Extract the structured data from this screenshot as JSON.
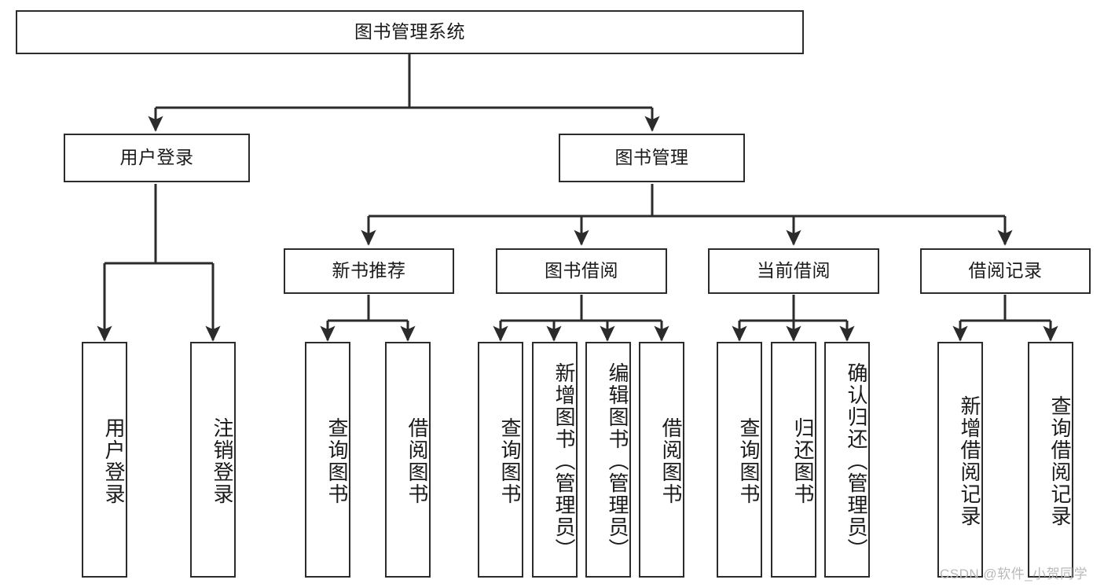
{
  "diagram": {
    "title": "图书管理系统",
    "type": "tree-hierarchy",
    "orientation": "top-down",
    "watermark": "CSDN @软件_小贺同学",
    "style": {
      "box_border_color": "#2b2b2b",
      "box_fill_color": "#ffffff",
      "connector_color": "#2b2b2b",
      "background_color": "#ffffff",
      "text_color": "#1a1a1a"
    },
    "root": {
      "label": "图书管理系统"
    },
    "level2": [
      {
        "label": "用户登录"
      },
      {
        "label": "图书管理"
      }
    ],
    "level3": [
      {
        "label": "新书推荐"
      },
      {
        "label": "图书借阅"
      },
      {
        "label": "当前借阅"
      },
      {
        "label": "借阅记录"
      }
    ],
    "leaves": {
      "user_login": [
        {
          "label": "用户登录"
        },
        {
          "label": "注销登录"
        }
      ],
      "new_book_recommend": [
        {
          "label": "查询图书"
        },
        {
          "label": "借阅图书"
        }
      ],
      "book_borrow": [
        {
          "label": "查询图书"
        },
        {
          "label": "新增图书（管理员）"
        },
        {
          "label": "编辑图书（管理员）"
        },
        {
          "label": "借阅图书"
        }
      ],
      "current_borrow": [
        {
          "label": "查询图书"
        },
        {
          "label": "归还图书"
        },
        {
          "label": "确认归还（管理员）"
        }
      ],
      "borrow_record": [
        {
          "label": "新增借阅记录"
        },
        {
          "label": "查询借阅记录"
        }
      ]
    }
  }
}
